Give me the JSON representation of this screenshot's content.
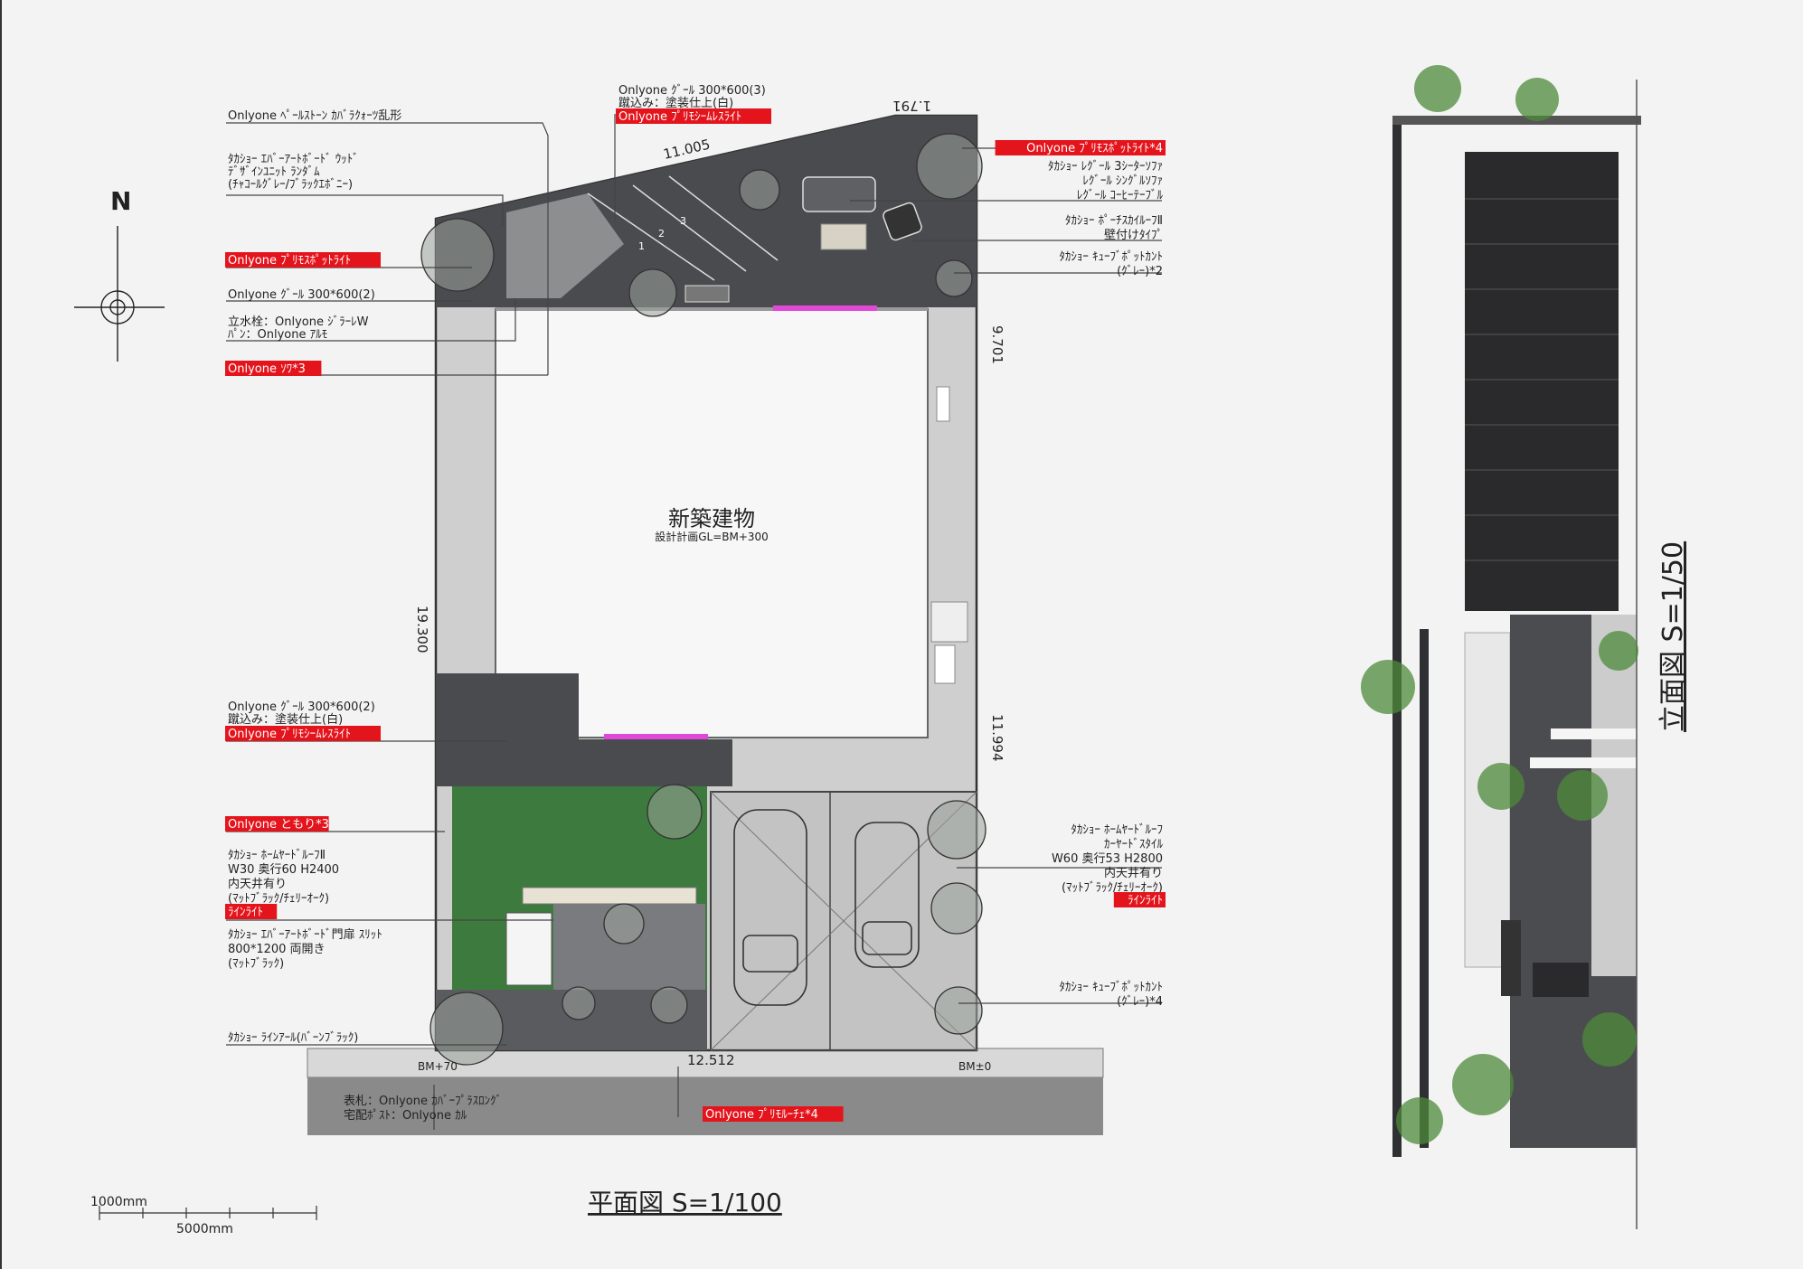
{
  "colors": {
    "accent_red": "#e4141c",
    "pavement_dark": "#4a4b4f",
    "gravel": "#c9c9c9",
    "lawn": "#3d7a3d",
    "building": "#f7f7f7",
    "fence_dark": "#2a2a2c"
  },
  "icons": [
    "north-arrow-icon",
    "tree-symbol-icon",
    "car-symbol-icon",
    "sofa-icon"
  ],
  "plan": {
    "title": "平面図 S=1/100",
    "building_title": "新築建物",
    "building_sub": "設計計画GL=BM+300",
    "north": "N",
    "scale_bar": [
      "1000mm",
      "5000mm"
    ],
    "dims": {
      "top_left": "11.005",
      "top_right": "1.791",
      "right_upper": "9.701",
      "right_lower": "11.994",
      "left": "19.300",
      "bottom": "12.512",
      "bm_left": "BM+70",
      "bm_right": "BM±0"
    },
    "steps": [
      "1",
      "2",
      "3"
    ],
    "labels_left": [
      {
        "text": "Onlyone ﾍﾟｰﾙｽﾄｰﾝ ｶﾊﾞﾗｸｫｰﾂ乱形",
        "red": false
      },
      {
        "text": "ﾀｶｼｮｰ ｴﾊﾞｰｱｰﾄﾎﾞｰﾄﾞ ｳｯﾄﾞ",
        "red": false
      },
      {
        "text": "ﾃﾞｻﾞｲﾝﾕﾆｯﾄ ﾗﾝﾀﾞﾑ",
        "red": false
      },
      {
        "text": "(ﾁｬｺｰﾙｸﾞﾚｰ/ﾌﾞﾗｯｸｴﾎﾞﾆｰ)",
        "red": false
      },
      {
        "text": "Onlyone ﾌﾟﾘﾓｽﾎﾟｯﾄﾗｲﾄ",
        "red": true
      },
      {
        "text": "Onlyone ｸﾞｰﾙ 300*600(2)",
        "red": false
      },
      {
        "text": "立水栓：Onlyone ｼﾞﾗｰﾚW",
        "red": false
      },
      {
        "text": "ﾊﾟﾝ：Onlyone ｱﾙﾓ",
        "red": false
      },
      {
        "text": "Onlyone ｿﾜ*3",
        "red": true
      },
      {
        "text": "Onlyone ｸﾞｰﾙ 300*600(2)",
        "red": false
      },
      {
        "text": "蹴込み：塗装仕上(白)",
        "red": false
      },
      {
        "text": "Onlyone ﾌﾟﾘﾓｼｰﾑﾚｽﾗｲﾄ",
        "red": true
      },
      {
        "text": "Onlyone ともり*3",
        "red": true
      },
      {
        "text": "ﾀｶｼｮｰ ﾎｰﾑﾔｰﾄﾞﾙｰﾌⅡ",
        "red": false
      },
      {
        "text": "W30 奥行60 H2400",
        "red": false
      },
      {
        "text": "内天井有り",
        "red": false
      },
      {
        "text": "(ﾏｯﾄﾌﾞﾗｯｸ/ﾁｪﾘｰｵｰｸ)",
        "red": false
      },
      {
        "text": "ﾗｲﾝﾗｲﾄ",
        "red": true
      },
      {
        "text": "ﾀｶｼｮｰ ｴﾊﾞｰｱｰﾄﾎﾞｰﾄﾞ門扉 ｽﾘｯﾄ",
        "red": false
      },
      {
        "text": "800*1200 両開き",
        "red": false
      },
      {
        "text": "(ﾏｯﾄﾌﾞﾗｯｸ)",
        "red": false
      },
      {
        "text": "ﾀｶｼｮｰ ﾗｲﾝｱｰﾙ(ﾊﾞｰﾝﾌﾞﾗｯｸ)",
        "red": false
      }
    ],
    "labels_top": [
      {
        "text": "Onlyone ｸﾞｰﾙ 300*600(3)",
        "red": false
      },
      {
        "text": "蹴込み：塗装仕上(白)",
        "red": false
      },
      {
        "text": "Onlyone ﾌﾟﾘﾓｼｰﾑﾚｽﾗｲﾄ",
        "red": true
      }
    ],
    "labels_right": [
      {
        "text": "Onlyone ﾌﾟﾘﾓｽﾎﾟｯﾄﾗｲﾄ*4",
        "red": true
      },
      {
        "text": "ﾀｶｼｮｰ ﾚｸﾞｰﾙ 3ｼｰﾀｰｿﾌｧ",
        "red": false
      },
      {
        "text": "ﾚｸﾞｰﾙ ｼﾝｸﾞﾙｿﾌｧ",
        "red": false
      },
      {
        "text": "ﾚｸﾞｰﾙ ｺｰﾋｰﾃｰﾌﾞﾙ",
        "red": false
      },
      {
        "text": "ﾀｶｼｮｰ ﾎﾟｰﾁｽｶｲﾙｰﾌⅡ",
        "red": false
      },
      {
        "text": "壁付けﾀｲﾌﾟ",
        "red": false
      },
      {
        "text": "ﾀｶｼｮｰ ｷｭｰﾌﾞﾎﾟｯﾄｶﾝﾄ",
        "red": false
      },
      {
        "text": "(ｸﾞﾚｰ)*2",
        "red": false
      },
      {
        "text": "ﾀｶｼｮｰ ﾎｰﾑﾔｰﾄﾞﾙｰﾌ",
        "red": false
      },
      {
        "text": "ｶｰﾔｰﾄﾞｽﾀｲﾙ",
        "red": false
      },
      {
        "text": "W60 奥行53 H2800",
        "red": false
      },
      {
        "text": "内天井有り",
        "red": false
      },
      {
        "text": "(ﾏｯﾄﾌﾞﾗｯｸ/ﾁｪﾘｰｵｰｸ)",
        "red": false
      },
      {
        "text": "ﾗｲﾝﾗｲﾄ",
        "red": true
      },
      {
        "text": "ﾀｶｼｮｰ ｷｭｰﾌﾞﾎﾟｯﾄｶﾝﾄ",
        "red": false
      },
      {
        "text": "(ｸﾞﾚｰ)*4",
        "red": false
      }
    ],
    "labels_bottom": [
      {
        "text": "表札：Onlyone ｶﾊﾞｰﾌﾟﾗｽﾛﾝｸﾞ",
        "red": false
      },
      {
        "text": "宅配ﾎﾟｽﾄ：Onlyone ｶﾙ",
        "red": false
      },
      {
        "text": "Onlyone ﾌﾟﾘﾓﾙｰﾁｪ*4",
        "red": true
      }
    ]
  },
  "elevation": {
    "title": "立面図 S=1/50"
  }
}
